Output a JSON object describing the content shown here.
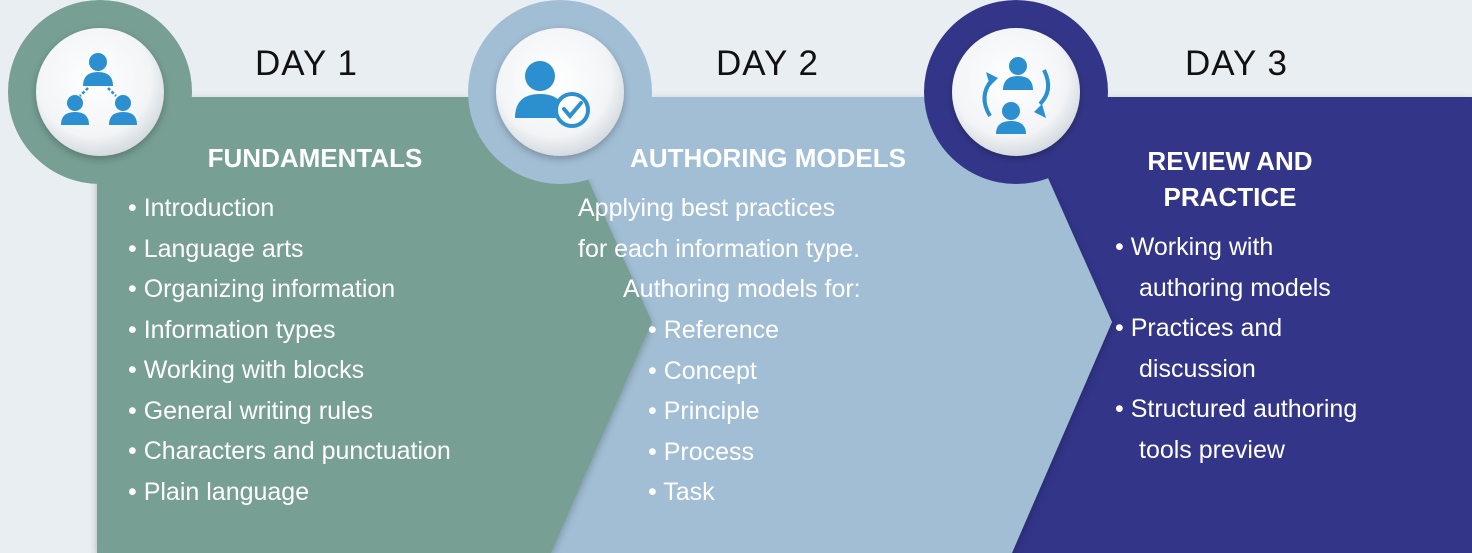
{
  "colors": {
    "background": "#e9eef2",
    "day1": "#779f93",
    "day2": "#a2bed5",
    "day3": "#333688",
    "day1_text": "#ffffff",
    "day2_text": "#ffffff",
    "day3_text": "#ffffff",
    "icon_blue": "#2b8fd0"
  },
  "days": [
    {
      "label": "DAY 1",
      "icon": "org-chart-people-icon",
      "heading": "FUNDAMENTALS",
      "items": [
        "• Introduction",
        "• Language arts",
        "• Organizing information",
        "• Information types",
        "• Working with blocks",
        "• General writing rules",
        "• Characters and punctuation",
        "• Plain language"
      ]
    },
    {
      "label": "DAY 2",
      "icon": "person-checkmark-icon",
      "heading": "AUTHORING MODELS",
      "intro": [
        "Applying best practices",
        "for each information type.",
        "Authoring models for:"
      ],
      "items": [
        "• Reference",
        "• Concept",
        "• Principle",
        "• Process",
        "• Task"
      ]
    },
    {
      "label": "DAY 3",
      "icon": "people-exchange-icon",
      "heading_lines": [
        "REVIEW AND",
        "PRACTICE"
      ],
      "items": [
        "• Working with",
        "authoring models",
        "• Practices and",
        "discussion",
        "• Structured authoring",
        "tools preview"
      ]
    }
  ]
}
